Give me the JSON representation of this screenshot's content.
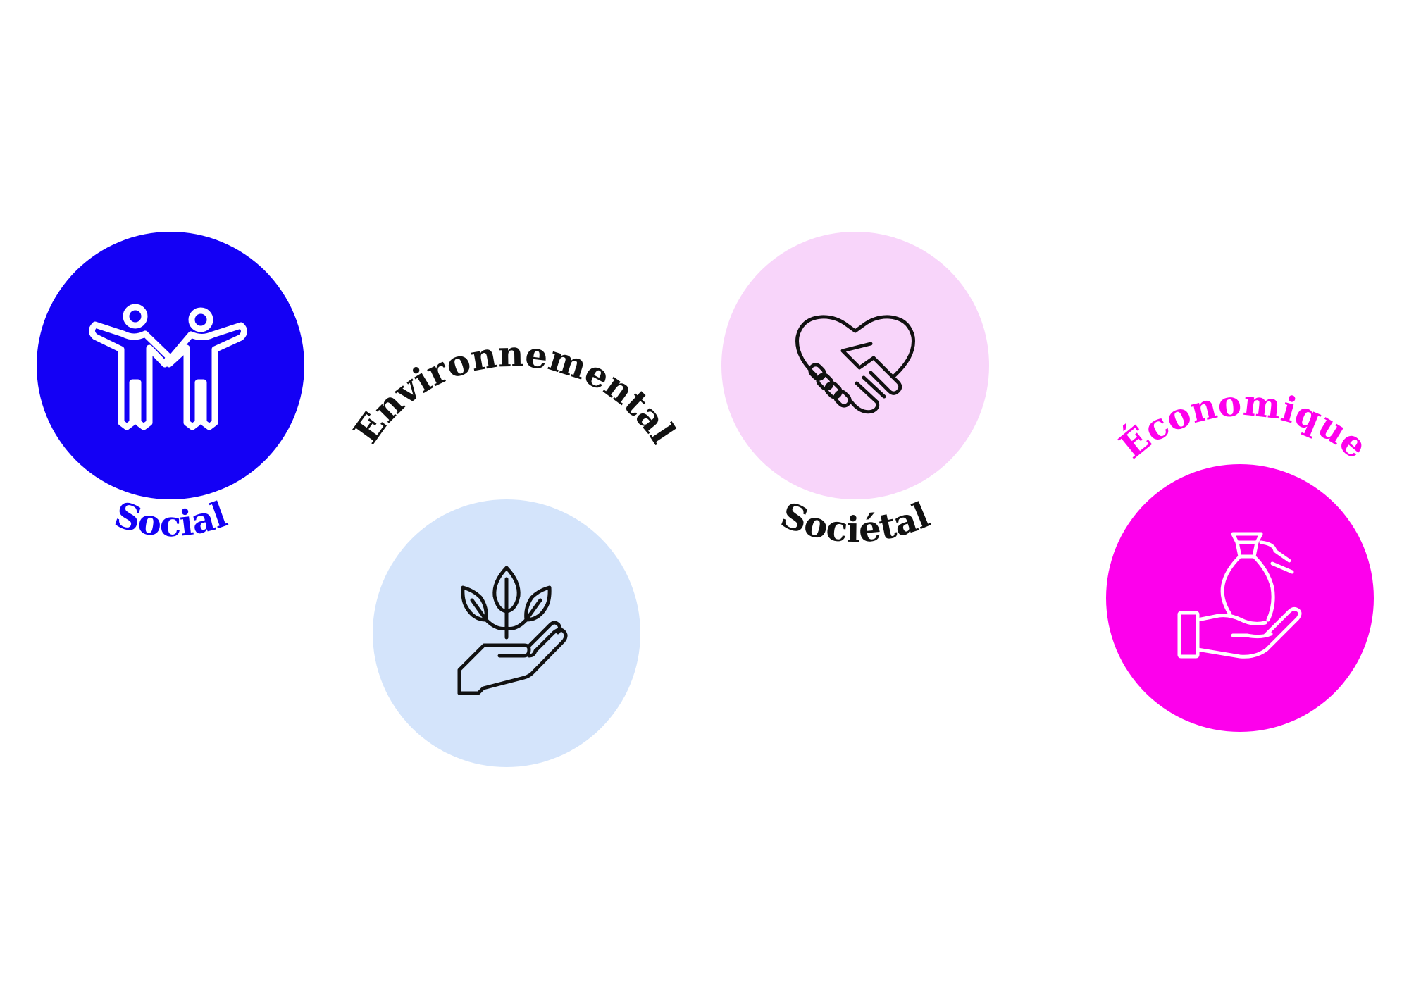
{
  "pillars": [
    {
      "key": "social",
      "label": "Social",
      "icon": "two-people-holding-hands-icon",
      "circle_color": "#1400f5",
      "label_color": "#1400f5",
      "icon_color": "#ffffff"
    },
    {
      "key": "environnemental",
      "label": "Environnemental",
      "icon": "hand-holding-plant-icon",
      "circle_color": "#d4e4fb",
      "label_color": "#111111",
      "icon_color": "#111111"
    },
    {
      "key": "societal",
      "label": "Sociétal",
      "icon": "handshake-heart-icon",
      "circle_color": "#f8d5fa",
      "label_color": "#111111",
      "icon_color": "#111111"
    },
    {
      "key": "economique",
      "label": "Économique",
      "icon": "hand-holding-money-bag-icon",
      "circle_color": "#fd00ec",
      "label_color": "#fd00ec",
      "icon_color": "#ffffff"
    }
  ]
}
